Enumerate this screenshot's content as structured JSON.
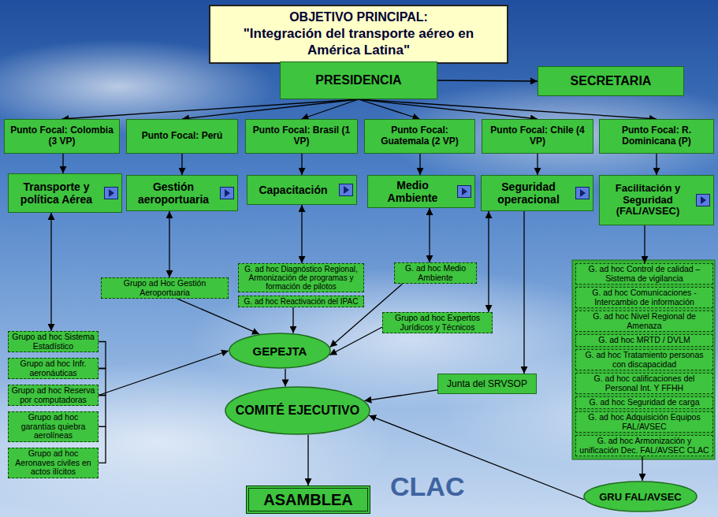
{
  "diagram": {
    "nodes": [
      {
        "text": [
          "OBJETIVO PRINCIPAL:",
          "\"Integración del transporte aéreo en América Latina\""
        ]
      },
      {
        "text": [
          "PRESIDENCIA"
        ]
      },
      {
        "text": [
          "SECRETARIA"
        ]
      },
      {
        "text": [
          "Punto Focal: Colombia (3 VP)"
        ]
      },
      {
        "text": [
          "Punto Focal: Perú"
        ]
      },
      {
        "text": [
          "Punto Focal: Brasil (1 VP)"
        ]
      },
      {
        "text": [
          "Punto Focal: Guatemala (2 VP)"
        ]
      },
      {
        "text": [
          "Punto Focal: Chile (4 VP)"
        ]
      },
      {
        "text": [
          "Punto Focal: R. Dominicana (P)"
        ]
      },
      {
        "text": [
          "Transporte y política Aérea"
        ]
      },
      {
        "text": [
          "Gestión aeroportuaria"
        ]
      },
      {
        "text": [
          "Capacitación"
        ]
      },
      {
        "text": [
          "Medio Ambiente"
        ]
      },
      {
        "text": [
          "Seguridad operacional"
        ]
      },
      {
        "text": [
          "Facilitación y Seguridad (FAL/AVSEC)"
        ]
      },
      {
        "text": [
          "G. ad hoc Diagnóstico Regional, Armonización de programas y formación de pilotos"
        ]
      },
      {
        "text": [
          "G. ad hoc Medio Ambiente"
        ]
      },
      {
        "text": [
          "G. ad hoc Control de calidad – Sistema de vigilancia"
        ]
      },
      {
        "text": [
          "G. ad hoc Comunicaciones - Intercambio de información"
        ]
      },
      {
        "text": [
          "G. ad hoc Nivel Regional de Amenaza"
        ]
      },
      {
        "text": [
          "G. ad hoc MRTD / DVLM"
        ]
      },
      {
        "text": [
          "G. ad hoc Tratamiento personas con discapacidad"
        ]
      },
      {
        "text": [
          "G. ad hoc calificaciones del Personal Int. Y FFHH"
        ]
      },
      {
        "text": [
          "G. ad hoc Seguridad de carga"
        ]
      },
      {
        "text": [
          "G. ad hoc Adquisición Equipos FAL/AVSEC"
        ]
      },
      {
        "text": [
          "G. ad hoc Armonización y unificación Dec. FAL/AVSEC CLAC"
        ]
      },
      {
        "text": [
          "Grupo ad Hoc Gestión Aeroportuaria"
        ]
      },
      {
        "text": [
          "G. ad hoc Reactivación del IPAC"
        ]
      },
      {
        "text": [
          "Grupo ad hoc Expertos Jurídicos y Técnicos"
        ]
      },
      {
        "text": [
          "Grupo ad hoc Sistema Estadístico"
        ]
      },
      {
        "text": [
          "Grupo ad hoc Infr. aeronáuticas"
        ]
      },
      {
        "text": [
          "Grupo ad hoc Reserva por computadoras"
        ]
      },
      {
        "text": [
          "Grupo ad hoc garantías quiebra aerolíneas"
        ]
      },
      {
        "text": [
          "Grupo ad hoc Aeronaves civiles en actos ilícitos"
        ]
      },
      {
        "text": [
          "GEPEJTA"
        ]
      },
      {
        "text": [
          "Junta del SRVSOP"
        ]
      },
      {
        "text": [
          "COMITÉ EJECUTIVO"
        ]
      },
      {
        "text": [
          "GRU FAL/AVSEC"
        ]
      },
      {
        "text": [
          "ASAMBLEA"
        ]
      }
    ],
    "edges": [
      {
        "from": 1,
        "to": 2,
        "arrow": "to"
      },
      {
        "from": 1,
        "to": 3,
        "arrow": "to"
      },
      {
        "from": 1,
        "to": 4,
        "arrow": "to"
      },
      {
        "from": 1,
        "to": 5,
        "arrow": "to"
      },
      {
        "from": 1,
        "to": 6,
        "arrow": "to"
      },
      {
        "from": 1,
        "to": 7,
        "arrow": "to"
      },
      {
        "from": 1,
        "to": 8,
        "arrow": "to"
      },
      {
        "from": 3,
        "to": 9,
        "arrow": "to"
      },
      {
        "from": 4,
        "to": 10,
        "arrow": "to"
      },
      {
        "from": 5,
        "to": 11,
        "arrow": "to"
      },
      {
        "from": 6,
        "to": 12,
        "arrow": "to"
      },
      {
        "from": 7,
        "to": 13,
        "arrow": "to"
      },
      {
        "from": 8,
        "to": 14,
        "arrow": "to"
      },
      {
        "from": 9,
        "to": 29,
        "arrow": "both"
      },
      {
        "from": 29,
        "to": 30,
        "arrow": "none"
      },
      {
        "from": 30,
        "to": 31,
        "arrow": "none"
      },
      {
        "from": 31,
        "to": 32,
        "arrow": "none"
      },
      {
        "from": 32,
        "to": 33,
        "arrow": "none"
      },
      {
        "from": 10,
        "to": 26,
        "arrow": "both"
      },
      {
        "from": 11,
        "to": 15,
        "arrow": "both"
      },
      {
        "from": 12,
        "to": 16,
        "arrow": "both"
      },
      {
        "from": 13,
        "to": 28,
        "arrow": "both"
      },
      {
        "from": 13,
        "to": 35,
        "arrow": "to"
      },
      {
        "from": 14,
        "to": 17,
        "arrow": "to"
      },
      {
        "from": 26,
        "to": 34,
        "arrow": "to"
      },
      {
        "from": 27,
        "to": 34,
        "arrow": "to"
      },
      {
        "from": 16,
        "to": 34,
        "arrow": "to"
      },
      {
        "from": 28,
        "to": 34,
        "arrow": "to"
      },
      {
        "from": 31,
        "to": 34,
        "arrow": "to"
      },
      {
        "from": 34,
        "to": 36,
        "arrow": "to"
      },
      {
        "from": 35,
        "to": 36,
        "arrow": "to"
      },
      {
        "from": 25,
        "to": 37,
        "arrow": "to"
      },
      {
        "from": 37,
        "to": 36,
        "arrow": "to"
      },
      {
        "from": 36,
        "to": 38,
        "arrow": "to"
      }
    ],
    "labels": [
      "CLAC"
    ]
  }
}
